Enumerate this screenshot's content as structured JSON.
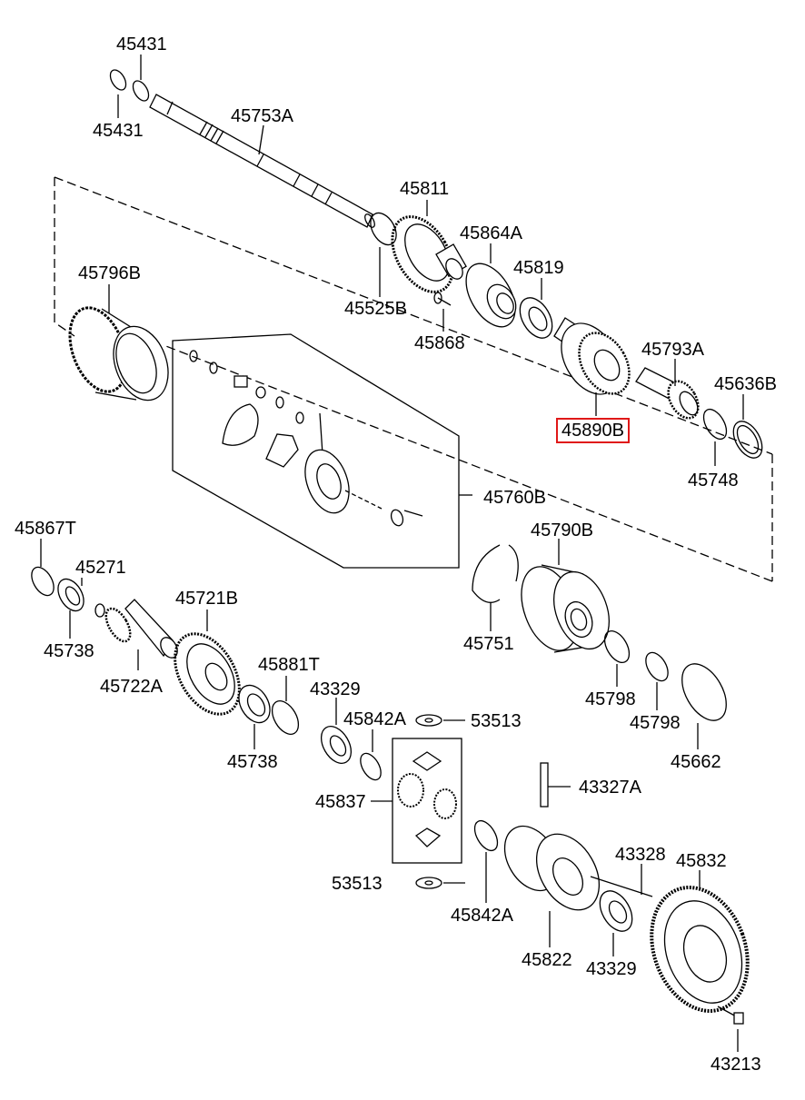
{
  "labels": {
    "p45431a": "45431",
    "p45431b": "45431",
    "p45753A": "45753A",
    "p45811": "45811",
    "p45864A": "45864A",
    "p45819": "45819",
    "p45525B": "45525B",
    "p45868": "45868",
    "p45796B": "45796B",
    "p45793A": "45793A",
    "p45636B": "45636B",
    "p45890B": "45890B",
    "p45748": "45748",
    "p45760B": "45760B",
    "p45867T": "45867T",
    "p45271": "45271",
    "p45721B": "45721B",
    "p45738a": "45738",
    "p45722A": "45722A",
    "p45790B": "45790B",
    "p45751": "45751",
    "p45881T": "45881T",
    "p43329a": "43329",
    "p45842Aa": "45842A",
    "p53513a": "53513",
    "p45798a": "45798",
    "p45798b": "45798",
    "p45662": "45662",
    "p45738b": "45738",
    "p45837": "45837",
    "p43327A": "43327A",
    "p43328": "43328",
    "p45832": "45832",
    "p53513b": "53513",
    "p45842Ab": "45842A",
    "p45822": "45822",
    "p43329b": "43329",
    "p43213": "43213"
  },
  "highlight_color": "#e01818"
}
